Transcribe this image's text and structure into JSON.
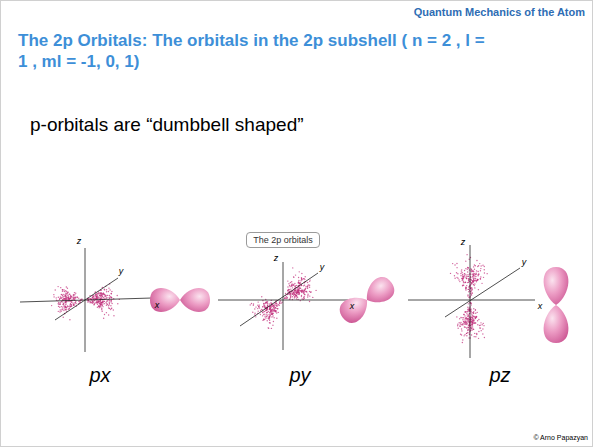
{
  "diagram": {
    "title": "The 2p Orbitals: The orbitals in the 2p subshell ( n = 2 , l = 1 , ml = -1, 0, 1)",
    "nodes": [
      {
        "text": [
          "The 2p orbitals"
        ]
      }
    ],
    "labels": [
      "Quantum Mechanics of the Atom",
      "p-orbitals are “dumbbell shaped”",
      "z",
      "y",
      "x",
      "z",
      "y",
      "x",
      "z",
      "y",
      "x",
      "px",
      "py",
      "pz",
      "© Arno Papazyan"
    ]
  }
}
